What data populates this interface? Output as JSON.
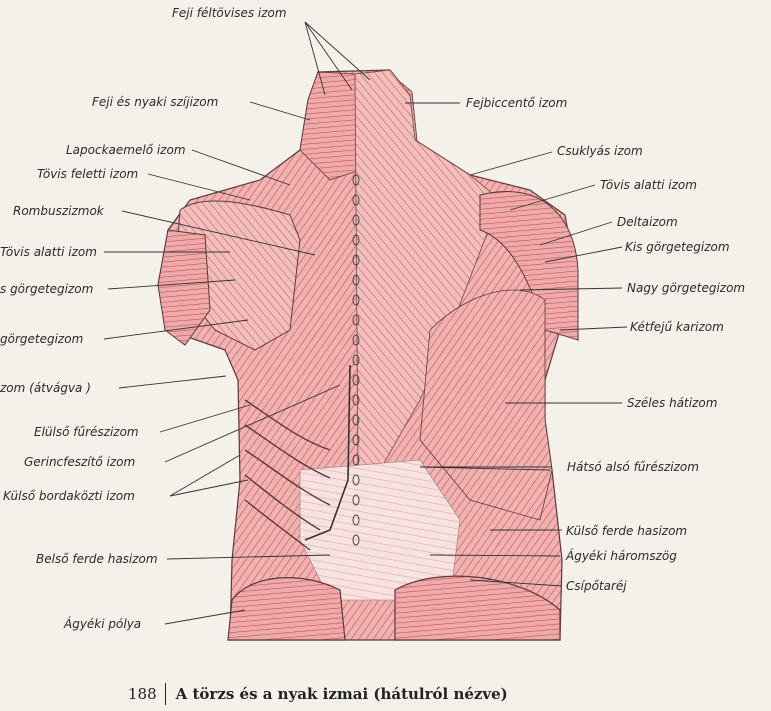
{
  "labels": {
    "feji_feltovises": "Feji féltövises izom",
    "feji_nyaki_szij": "Feji és nyaki szíjizom",
    "fejbiccento": "Fejbiccentő izom",
    "lapockaemelo": "Lapockaemelő izom",
    "csuklyas": "Csuklyás izom",
    "tovis_feletti": "Tövis feletti izom",
    "tovis_alatti_right": "Tövis alatti izom",
    "rombusz": "Rombuszizmok",
    "delta": "Deltaizom",
    "tovis_alatti_left": "Tövis alatti izom",
    "kis_gorgete_right": "Kis görgetegizom",
    "kis_gorgete_left": "s görgetegizom",
    "nagy_gorgete_right": "Nagy görgetegizom",
    "nagy_gorgete_left": "görgetegizom",
    "ketfeju": "Kétfejű karizom",
    "atvagva": "zom (átvágva )",
    "szeles_hat": "Széles hátizom",
    "elulso_fureszizom": "Elülső fűrészizom",
    "gerincfeszito": "Gerincfeszítő izom",
    "hatso_also_fureszizom": "Hátsó alsó fűrészizom",
    "kulso_bordakozti": "Külső bordaközti  izom",
    "kulso_ferde": "Külső ferde hasizom",
    "belso_ferde": "Belső ferde hasizom",
    "agyeki_haromszog": "Ágyéki háromszög",
    "csipotarej": "Csípőtaréj",
    "agyeki_polya": "Ágyéki pólya"
  },
  "caption": {
    "page_number": "188",
    "title": "A törzs és a nyak izmai (hátulról nézve)"
  },
  "colors": {
    "muscle": "#d9606a",
    "muscle_light": "#eeb7b5",
    "ink": "#2b2b2b",
    "paper": "#f3f1e9"
  }
}
